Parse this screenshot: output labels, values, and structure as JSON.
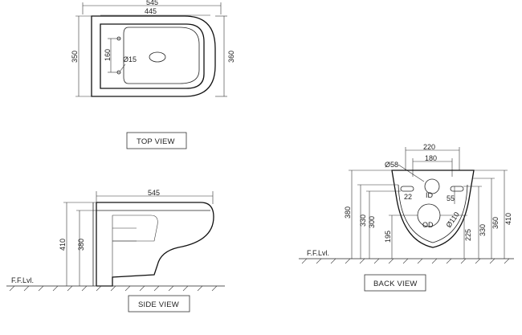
{
  "views": {
    "top": {
      "label": "TOP VIEW",
      "dims": {
        "overall_length": "545",
        "seat_length": "445",
        "width_left": "350",
        "width_right": "360",
        "hole_spacing": "160",
        "hole_dia": "Ø15"
      }
    },
    "side": {
      "label": "SIDE VIEW",
      "floor_label": "F.F.Lvl.",
      "dims": {
        "length": "545",
        "height_total": "410",
        "height_rim": "380"
      }
    },
    "back": {
      "label": "BACK VIEW",
      "floor_label": "F.F.Lvl.",
      "dims": {
        "width_220": "220",
        "width_180": "180",
        "dia_58": "Ø58",
        "d22": "22",
        "d55": "55",
        "id_label": "ID",
        "od_label": "OD",
        "dia_110": "Ø110",
        "l380": "380",
        "l330": "330",
        "l300": "300",
        "l195": "195",
        "r225": "225",
        "r330": "330",
        "r360": "360",
        "r410": "410"
      }
    }
  }
}
